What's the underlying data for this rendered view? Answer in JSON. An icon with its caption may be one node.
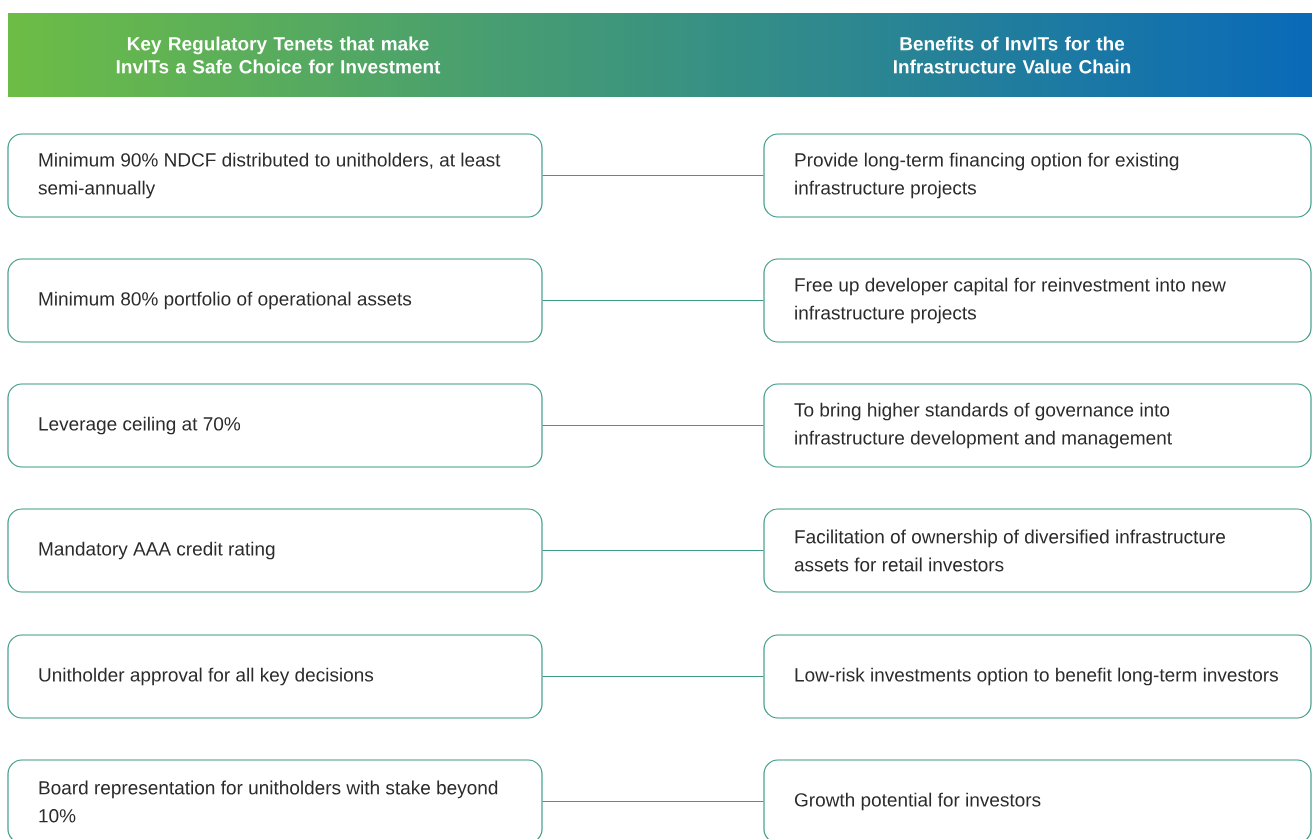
{
  "diagram": {
    "nodes": [
      {
        "text": [
          "Key Regulatory Tenets that make InvITs a Safe Choice for Investment",
          "Benefits of InvITs for the Infrastructure Value Chain"
        ]
      },
      {
        "text": [
          "Minimum 90% NDCF distributed to unitholders, at least semi-annually"
        ]
      },
      {
        "text": [
          "Minimum 80% portfolio of operational assets"
        ]
      },
      {
        "text": [
          "Leverage ceiling at 70%"
        ]
      },
      {
        "text": [
          "Mandatory AAA credit rating"
        ]
      },
      {
        "text": [
          "Unitholder approval for all key decisions"
        ]
      },
      {
        "text": [
          "Board representation for unitholders with stake beyond 10%"
        ]
      },
      {
        "text": [
          "Provide long-term financing option for existing infrastructure projects"
        ]
      },
      {
        "text": [
          "Free up developer capital for reinvestment into new infrastructure projects"
        ]
      },
      {
        "text": [
          "To bring higher standards of governance into infrastructure development and management"
        ]
      },
      {
        "text": [
          "Facilitation of ownership of diversified infrastructure assets for retail investors"
        ]
      },
      {
        "text": [
          "Low-risk investments option to benefit long-term investors"
        ]
      },
      {
        "text": [
          "Growth potential for investors"
        ]
      }
    ],
    "edges": [
      {
        "from": 1,
        "to": 7,
        "arrow": "none"
      },
      {
        "from": 2,
        "to": 8,
        "arrow": "none"
      },
      {
        "from": 3,
        "to": 9,
        "arrow": "none"
      },
      {
        "from": 4,
        "to": 10,
        "arrow": "none"
      },
      {
        "from": 5,
        "to": 11,
        "arrow": "none"
      },
      {
        "from": 6,
        "to": 12,
        "arrow": "none"
      }
    ]
  }
}
